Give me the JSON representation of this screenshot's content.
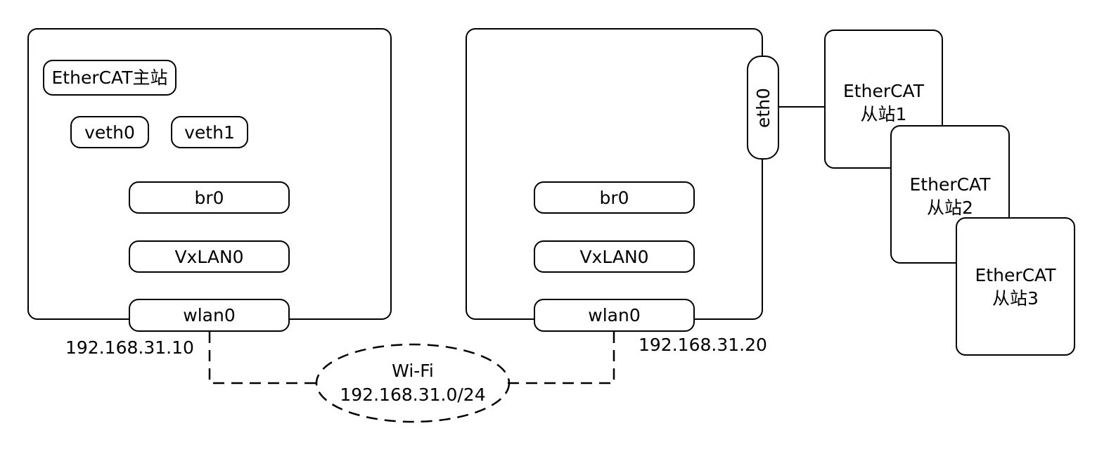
{
  "host_a": {
    "ethercat_master": "EtherCAT主站",
    "veth0": "veth0",
    "veth1": "veth1",
    "br0": "br0",
    "vxlan0": "VxLAN0",
    "wlan0": "wlan0",
    "ip": "192.168.31.10"
  },
  "host_b": {
    "eth0": "eth0",
    "br0": "br0",
    "vxlan0": "VxLAN0",
    "wlan0": "wlan0",
    "ip": "192.168.31.20"
  },
  "slaves": [
    {
      "line1": "EtherCAT",
      "line2": "从站1"
    },
    {
      "line1": "EtherCAT",
      "line2": "从站2"
    },
    {
      "line1": "EtherCAT",
      "line2": "从站3"
    }
  ],
  "wifi": {
    "label": "Wi-Fi",
    "subnet": "192.168.31.0/24"
  }
}
